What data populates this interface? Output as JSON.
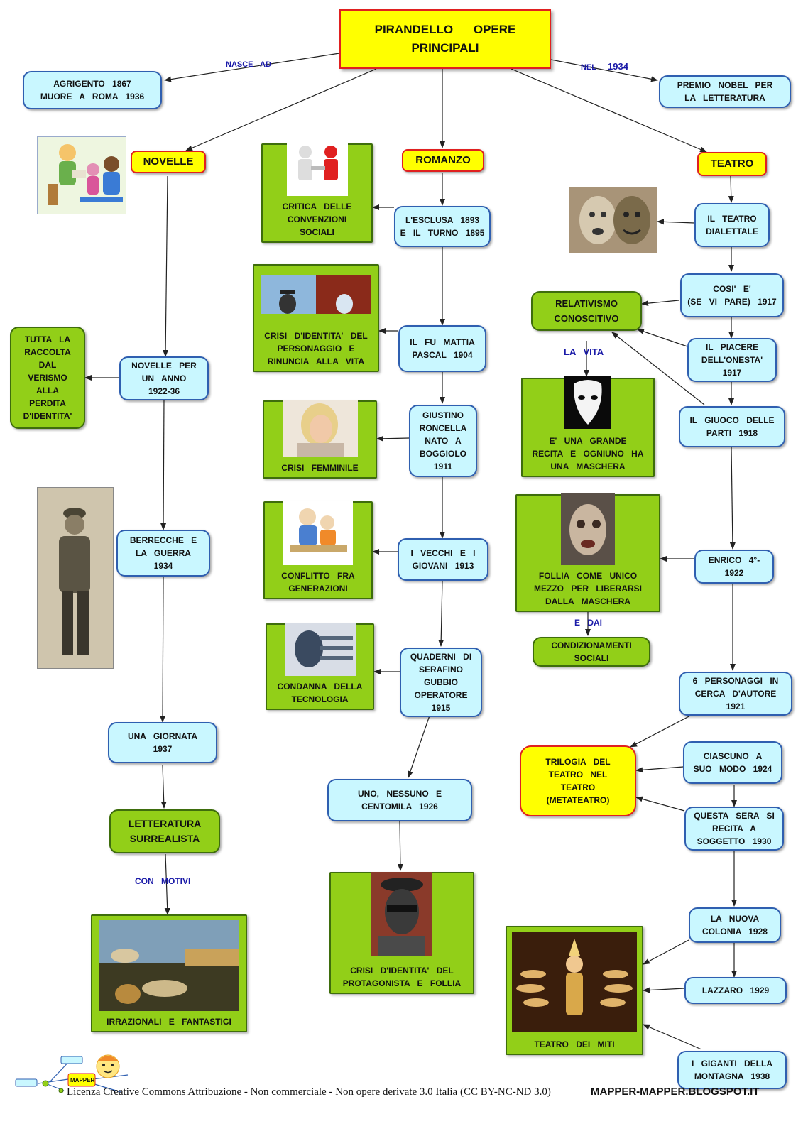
{
  "title": {
    "line1": "PIRANDELLO OPERE",
    "line2": "PRINCIPALI"
  },
  "labels": {
    "nasce_ad": "NASCE AD",
    "nel": "NEL",
    "year_1934": "1934",
    "la_vita": "LA VITA",
    "e_dai": "E DAI",
    "con_motivi": "CON MOTIVI"
  },
  "bio": {
    "line1": "AGRIGENTO 1867",
    "line2": "MUORE A ROMA 1936"
  },
  "nobel": {
    "line1": "PREMIO NOBEL PER",
    "line2": "LA LETTERATURA"
  },
  "novelle": {
    "header": "NOVELLE",
    "anno": [
      "NOVELLE PER",
      "UN ANNO",
      "1922-36"
    ],
    "raccolta": [
      "TUTTA LA",
      "RACCOLTA",
      "DAL",
      "VERISMO",
      "ALLA",
      "PERDITA",
      "D'IDENTITA'"
    ],
    "berrecche": [
      "BERRECCHE E",
      "LA GUERRA",
      "1934"
    ],
    "giornata": [
      "UNA GIORNATA",
      "1937"
    ],
    "surrealista": [
      "LETTERATURA",
      "SURREALISTA"
    ],
    "irrazionali": "IRRAZIONALI E FANTASTICI"
  },
  "romanzo": {
    "header": "ROMANZO",
    "esclusa": [
      "L'ESCLUSA 1893",
      "E IL TURNO 1895"
    ],
    "critica": [
      "CRITICA DELLE",
      "CONVENZIONI",
      "SOCIALI"
    ],
    "mattia": [
      "IL FU MATTIA",
      "PASCAL 1904"
    ],
    "crisi_identita": [
      "CRISI D'IDENTITA' DEL",
      "PERSONAGGIO E",
      "RINUNCIA ALLA VITA"
    ],
    "giustino": [
      "GIUSTINO",
      "RONCELLA",
      "NATO A",
      "BOGGIOLO",
      "1911"
    ],
    "crisi_femminile": "CRISI FEMMINILE",
    "vecchi": [
      "I VECCHI E I",
      "GIOVANI 1913"
    ],
    "conflitto": [
      "CONFLITTO FRA",
      "GENERAZIONI"
    ],
    "quaderni": [
      "QUADERNI DI",
      "SERAFINO",
      "GUBBIO",
      "OPERATORE",
      "1915"
    ],
    "tecnologia": [
      "CONDANNA DELLA",
      "TECNOLOGIA"
    ],
    "uno": [
      "UNO, NESSUNO E",
      "CENTOMILA 1926"
    ],
    "protagonista": [
      "CRISI D'IDENTITA' DEL",
      "PROTAGONISTA E FOLLIA"
    ]
  },
  "teatro": {
    "header": "TEATRO",
    "dialettale": [
      "IL TEATRO",
      "DIALETTALE"
    ],
    "cosi": [
      "COSI' E'",
      "(SE VI PARE) 1917"
    ],
    "relativismo": [
      "RELATIVISMO",
      "CONOSCITIVO"
    ],
    "piacere": [
      "IL PIACERE",
      "DELL'ONESTA'",
      "1917"
    ],
    "recita": [
      "E' UNA GRANDE",
      "RECITA E OGNIUNO HA",
      "UNA MASCHERA"
    ],
    "giuoco": [
      "IL GIUOCO DELLE",
      "PARTI 1918"
    ],
    "enrico": [
      "ENRICO 4°-",
      "1922"
    ],
    "follia": [
      "FOLLIA COME UNICO",
      "MEZZO PER LIBERARSI",
      "DALLA MASCHERA"
    ],
    "condizionamenti": [
      "CONDIZIONAMENTI",
      "SOCIALI"
    ],
    "sei": [
      "6 PERSONAGGI IN",
      "CERCA D'AUTORE",
      "1921"
    ],
    "trilogia": [
      "TRILOGIA DEL",
      "TEATRO NEL",
      "TEATRO",
      "(METATEATRO)"
    ],
    "ciascuno": [
      "CIASCUNO A",
      "SUO MODO 1924"
    ],
    "questa_sera": [
      "QUESTA SERA SI",
      "RECITA A",
      "SOGGETTO 1930"
    ],
    "colonia": [
      "LA NUOVA",
      "COLONIA 1928"
    ],
    "lazzaro": "LAZZARO 1929",
    "giganti": [
      "I GIGANTI DELLA",
      "MONTAGNA 1938"
    ],
    "miti": "TEATRO DEI MITI"
  },
  "logo": "MAPPER",
  "footer": {
    "license": "Licenza Creative Commons Attribuzione - Non commerciale - Non opere derivate 3.0 Italia (CC BY-NC-ND 3.0)",
    "site": "MAPPER-MAPPER.BLOGSPOT.IT"
  },
  "colors": {
    "cyan_fill": "#c9f7ff",
    "cyan_border": "#2f5fb0",
    "yellow_fill": "#ffff00",
    "yellow_border": "#e02020",
    "green_fill": "#92cf18",
    "label_blue": "#1a1aa8"
  }
}
